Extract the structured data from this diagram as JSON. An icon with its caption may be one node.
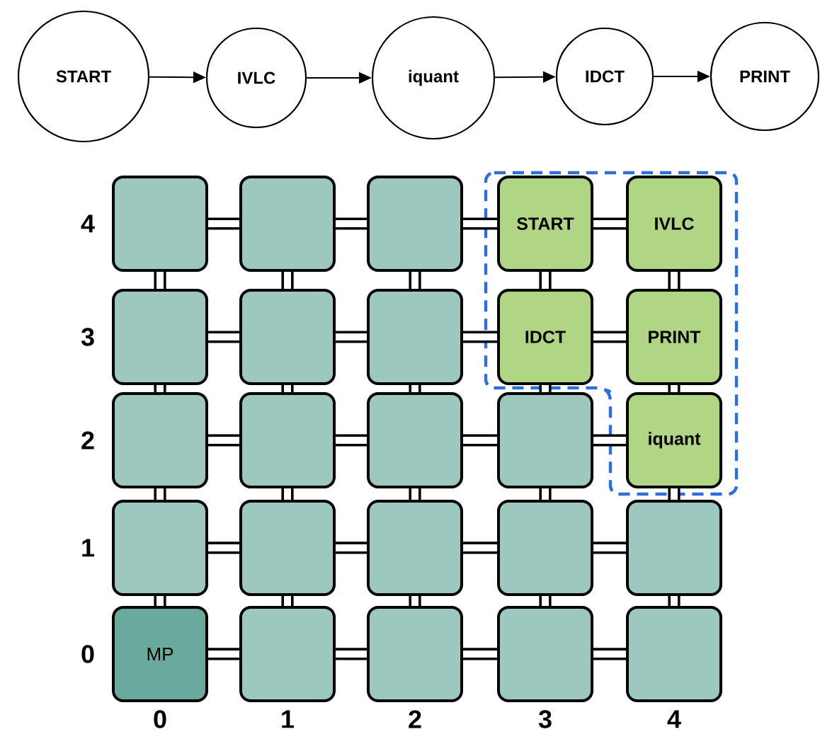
{
  "diagram": {
    "nodes": [
      {
        "text": [
          "START"
        ]
      },
      {
        "text": [
          "IVLC"
        ]
      },
      {
        "text": [
          "iquant"
        ]
      },
      {
        "text": [
          "IDCT"
        ]
      },
      {
        "text": [
          "PRINT"
        ]
      },
      {
        "text": [],
        "shape": "box"
      },
      {
        "text": [],
        "shape": "box"
      },
      {
        "text": [],
        "shape": "box"
      },
      {
        "text": [
          "START"
        ]
      },
      {
        "text": [
          "IVLC"
        ]
      },
      {
        "text": [],
        "shape": "box"
      },
      {
        "text": [],
        "shape": "box"
      },
      {
        "text": [],
        "shape": "box"
      },
      {
        "text": [
          "IDCT"
        ]
      },
      {
        "text": [
          "PRINT"
        ]
      },
      {
        "text": [],
        "shape": "box"
      },
      {
        "text": [],
        "shape": "box"
      },
      {
        "text": [],
        "shape": "box"
      },
      {
        "text": [],
        "shape": "box"
      },
      {
        "text": [
          "iquant"
        ]
      },
      {
        "text": [],
        "shape": "box"
      },
      {
        "text": [],
        "shape": "box"
      },
      {
        "text": [],
        "shape": "box"
      },
      {
        "text": [],
        "shape": "box"
      },
      {
        "text": [],
        "shape": "box"
      },
      {
        "text": [
          "MP"
        ]
      },
      {
        "text": [],
        "shape": "box"
      },
      {
        "text": [],
        "shape": "box"
      },
      {
        "text": [],
        "shape": "box"
      },
      {
        "text": [],
        "shape": "box"
      }
    ],
    "edges": [
      {
        "from": 0,
        "to": 1,
        "arrow": "to"
      },
      {
        "from": 1,
        "to": 2,
        "arrow": "to"
      },
      {
        "from": 2,
        "to": 3,
        "arrow": "to"
      },
      {
        "from": 3,
        "to": 4,
        "arrow": "to"
      },
      {
        "from": 5,
        "to": 6,
        "arrow": "none"
      },
      {
        "from": 6,
        "to": 7,
        "arrow": "none"
      },
      {
        "from": 7,
        "to": 8,
        "arrow": "none"
      },
      {
        "from": 8,
        "to": 9,
        "arrow": "none"
      },
      {
        "from": 5,
        "to": 10,
        "arrow": "none"
      },
      {
        "from": 6,
        "to": 11,
        "arrow": "none"
      },
      {
        "from": 7,
        "to": 12,
        "arrow": "none"
      },
      {
        "from": 8,
        "to": 13,
        "arrow": "none"
      },
      {
        "from": 9,
        "to": 14,
        "arrow": "none"
      },
      {
        "from": 10,
        "to": 11,
        "arrow": "none"
      },
      {
        "from": 11,
        "to": 12,
        "arrow": "none"
      },
      {
        "from": 12,
        "to": 13,
        "arrow": "none"
      },
      {
        "from": 13,
        "to": 14,
        "arrow": "none"
      },
      {
        "from": 10,
        "to": 15,
        "arrow": "none"
      },
      {
        "from": 11,
        "to": 16,
        "arrow": "none"
      },
      {
        "from": 12,
        "to": 17,
        "arrow": "none"
      },
      {
        "from": 13,
        "to": 18,
        "arrow": "none"
      },
      {
        "from": 14,
        "to": 19,
        "arrow": "none"
      },
      {
        "from": 15,
        "to": 16,
        "arrow": "none"
      },
      {
        "from": 16,
        "to": 17,
        "arrow": "none"
      },
      {
        "from": 17,
        "to": 18,
        "arrow": "none"
      },
      {
        "from": 18,
        "to": 19,
        "arrow": "none"
      },
      {
        "from": 15,
        "to": 20,
        "arrow": "none"
      },
      {
        "from": 16,
        "to": 21,
        "arrow": "none"
      },
      {
        "from": 17,
        "to": 22,
        "arrow": "none"
      },
      {
        "from": 18,
        "to": 23,
        "arrow": "none"
      },
      {
        "from": 19,
        "to": 24,
        "arrow": "none"
      },
      {
        "from": 20,
        "to": 21,
        "arrow": "none"
      },
      {
        "from": 21,
        "to": 22,
        "arrow": "none"
      },
      {
        "from": 22,
        "to": 23,
        "arrow": "none"
      },
      {
        "from": 23,
        "to": 24,
        "arrow": "none"
      },
      {
        "from": 20,
        "to": 25,
        "arrow": "none"
      },
      {
        "from": 21,
        "to": 26,
        "arrow": "none"
      },
      {
        "from": 22,
        "to": 27,
        "arrow": "none"
      },
      {
        "from": 23,
        "to": 28,
        "arrow": "none"
      },
      {
        "from": 24,
        "to": 29,
        "arrow": "none"
      },
      {
        "from": 25,
        "to": 26,
        "arrow": "none"
      },
      {
        "from": 26,
        "to": 27,
        "arrow": "none"
      },
      {
        "from": 27,
        "to": 28,
        "arrow": "none"
      },
      {
        "from": 28,
        "to": 29,
        "arrow": "none"
      }
    ],
    "labels": [
      "4",
      "3",
      "2",
      "1",
      "0",
      "0",
      "1",
      "2",
      "3",
      "4"
    ]
  }
}
